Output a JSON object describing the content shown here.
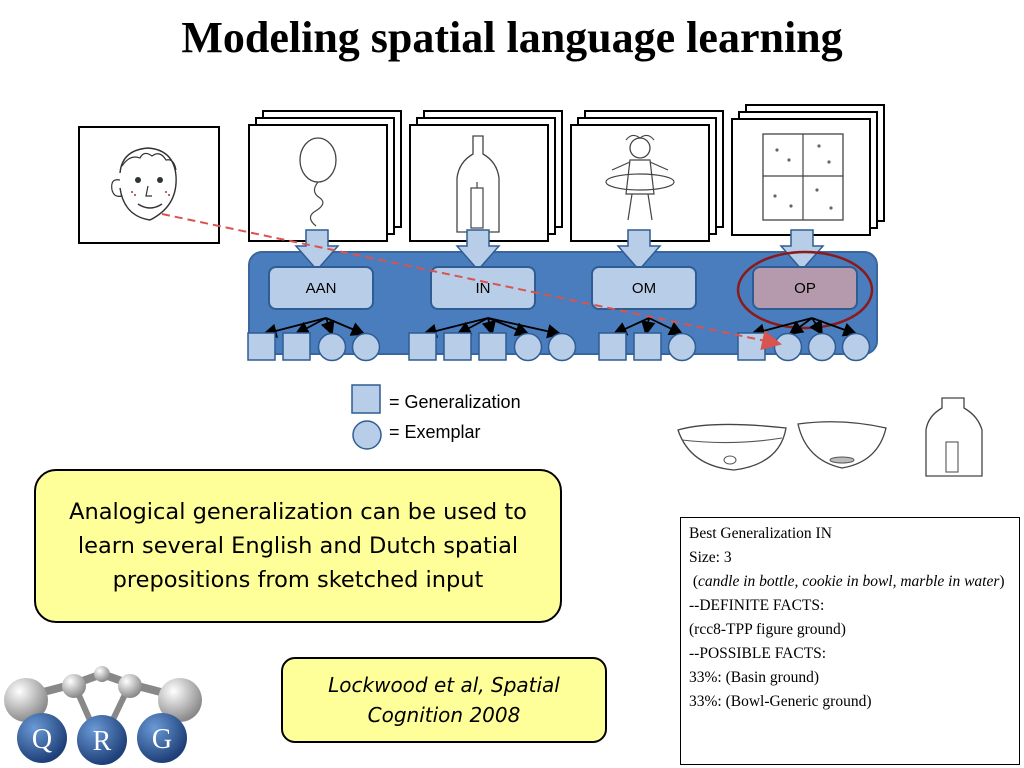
{
  "title": "Modeling spatial language learning",
  "categories": [
    {
      "label": "AAN",
      "sketch": "balloon-on-string"
    },
    {
      "label": "IN",
      "sketch": "candle-in-bottle"
    },
    {
      "label": "OM",
      "sketch": "hoop-around-doll"
    },
    {
      "label": "OP",
      "sketch": "drops-on-window"
    }
  ],
  "highlighted_category": "OP",
  "face_sketch": "child-face",
  "legend": {
    "generalization": "= Generalization",
    "exemplar": "= Exemplar"
  },
  "callout": "Analogical generalization  can be used to learn several English and Dutch spatial prepositions from sketched input",
  "citation": "Lockwood et al, Spatial Cognition 2008",
  "facts": {
    "heading": "Best Generalization IN",
    "size": "Size: 3",
    "examples": "candle in bottle, cookie in bowl, marble in water",
    "definite_label": "--DEFINITE FACTS:",
    "definite_value": "(rcc8-TPP figure ground)",
    "possible_label": "--POSSIBLE FACTS:",
    "possible_1": "33%: (Basin ground)",
    "possible_2": "33%: (Bowl-Generic ground)"
  },
  "logo_letters": [
    "Q",
    "R",
    "G"
  ],
  "colors": {
    "panel": "#4a7dbd",
    "label_box": "#b8cde8",
    "highlight": "#8b1a1a",
    "arrow_dash": "#d9534f",
    "note_bg": "#ffff99"
  }
}
